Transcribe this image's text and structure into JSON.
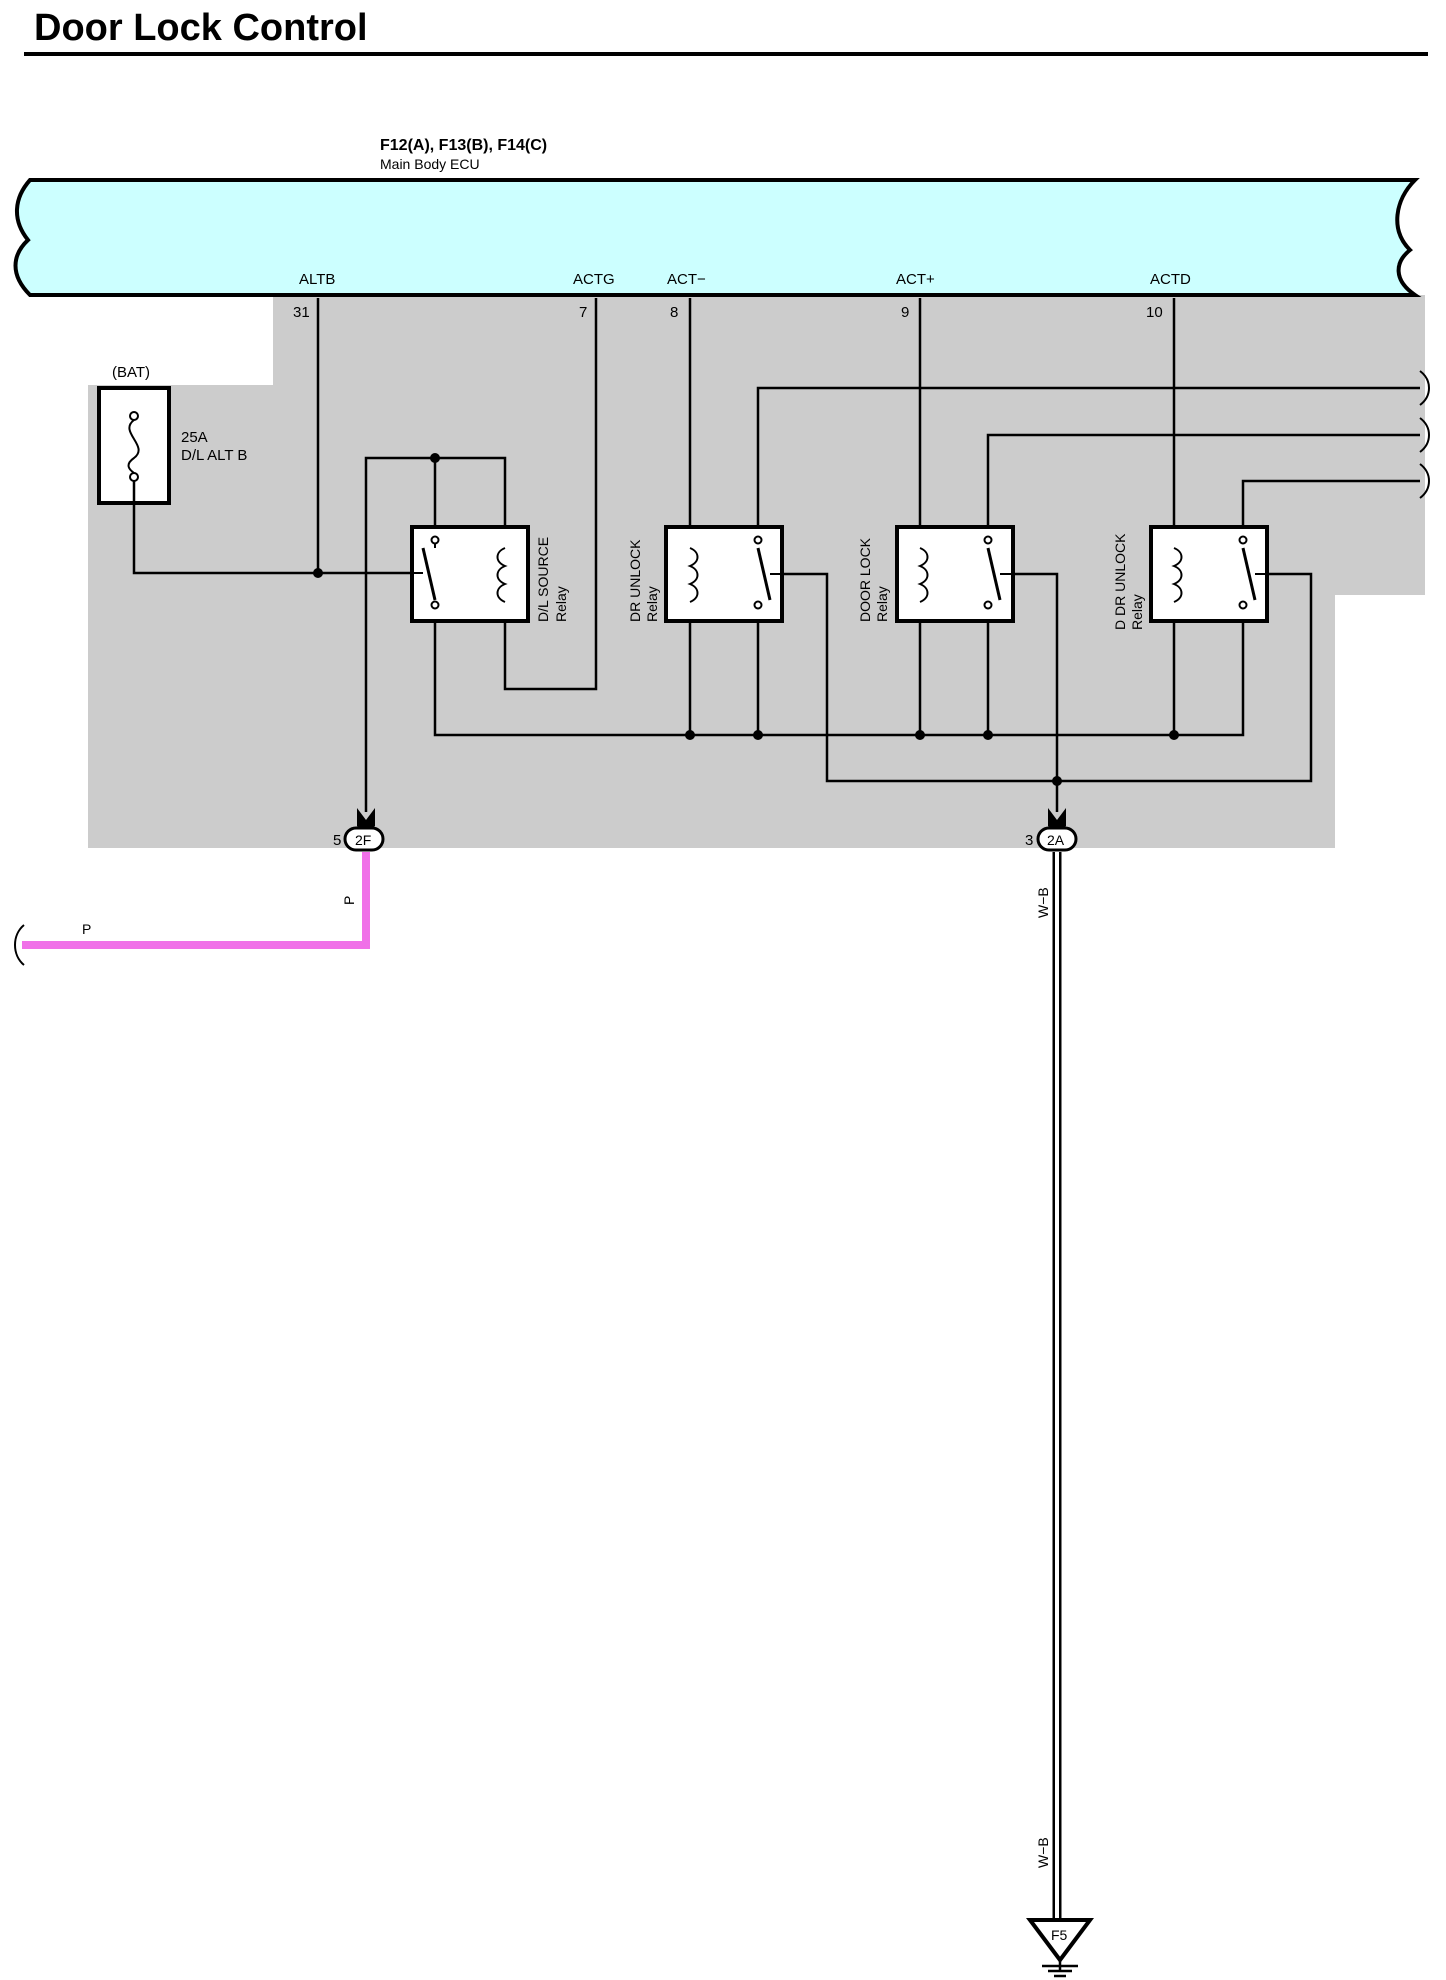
{
  "title": "Door Lock Control",
  "ecu": {
    "connectors": "F12(A), F13(B), F14(C)",
    "name": "Main Body ECU",
    "terminals": [
      {
        "name": "ALTB",
        "pin": "31"
      },
      {
        "name": "ACTG",
        "pin": "7"
      },
      {
        "name": "ACT−",
        "pin": "8"
      },
      {
        "name": "ACT+",
        "pin": "9"
      },
      {
        "name": "ACTD",
        "pin": "10"
      }
    ]
  },
  "fuse": {
    "source": "(BAT)",
    "rating": "25A",
    "name": "D/L ALT B"
  },
  "relays": [
    {
      "line1": "D/L SOURCE",
      "line2": "Relay"
    },
    {
      "line1": "DR UNLOCK",
      "line2": "Relay"
    },
    {
      "line1": "DOOR LOCK",
      "line2": "Relay"
    },
    {
      "line1": "D DR UNLOCK",
      "line2": "Relay"
    }
  ],
  "connectors": [
    {
      "pin": "5",
      "id": "2F"
    },
    {
      "pin": "3",
      "id": "2A"
    }
  ],
  "wires": {
    "pink_color_code": "P",
    "pink_color": "#f070e8",
    "ground_wire_code": "W−B"
  },
  "ground": {
    "id": "F5"
  },
  "colors": {
    "ecu_fill": "#ccffff",
    "panel_fill": "#cccccc"
  }
}
